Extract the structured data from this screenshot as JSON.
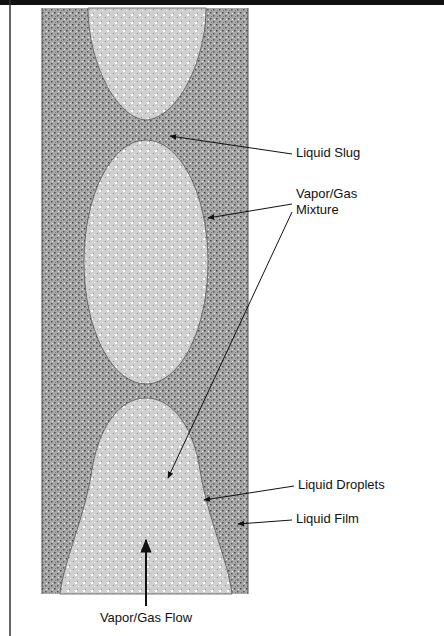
{
  "diagram": {
    "labels": [
      "Liquid Slug",
      "Vapor/Gas Mixture",
      "Liquid Droplets",
      "Liquid Film",
      "Vapor/Gas Flow"
    ]
  }
}
